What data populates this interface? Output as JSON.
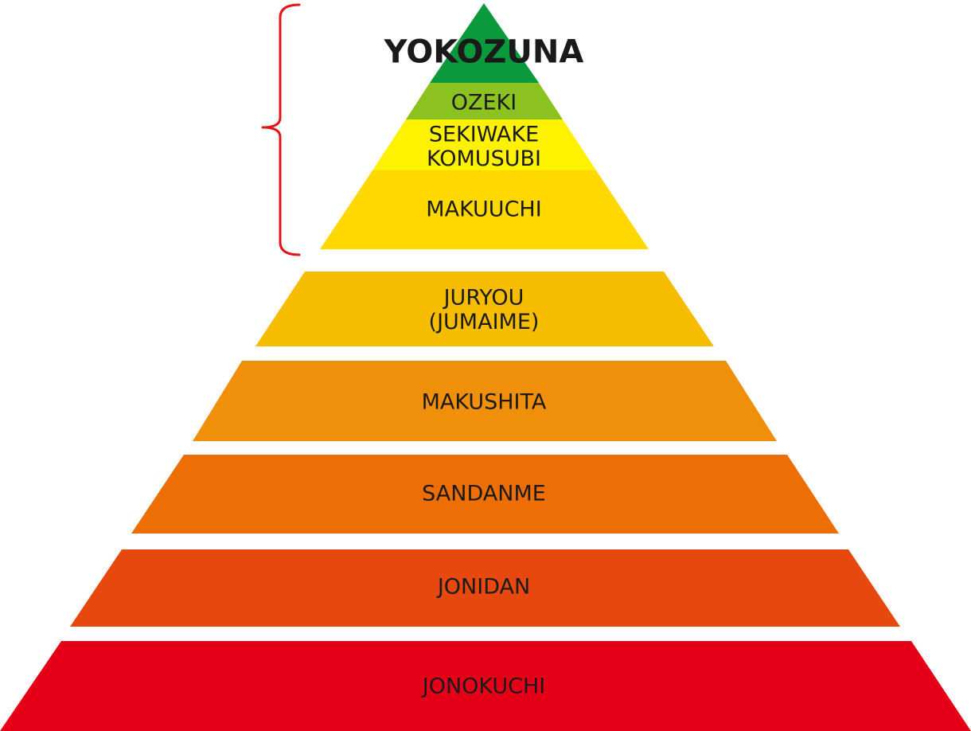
{
  "pyramid": {
    "tiers": [
      {
        "id": "yokozuna",
        "lines": [
          "YOKOZUNA"
        ],
        "color": "#0a9a3c",
        "emphasis": true
      },
      {
        "id": "ozeki",
        "lines": [
          "OZEKI"
        ],
        "color": "#8cc21f",
        "emphasis": false
      },
      {
        "id": "sekiwake-komusubi",
        "lines": [
          "SEKIWAKE",
          "KOMUSUBI"
        ],
        "color": "#fff200",
        "emphasis": false
      },
      {
        "id": "makuuchi",
        "lines": [
          "MAKUUCHI"
        ],
        "color": "#ffd800",
        "emphasis": false
      },
      {
        "id": "juryou",
        "lines": [
          "JURYOU",
          "(JUMAIME)"
        ],
        "color": "#f6bd00",
        "emphasis": false
      },
      {
        "id": "makushita",
        "lines": [
          "MAKUSHITA"
        ],
        "color": "#f0900a",
        "emphasis": false
      },
      {
        "id": "sandanme",
        "lines": [
          "SANDANME"
        ],
        "color": "#ec6e05",
        "emphasis": false
      },
      {
        "id": "jonidan",
        "lines": [
          "JONIDAN"
        ],
        "color": "#e6480e",
        "emphasis": false
      },
      {
        "id": "jonokuchi",
        "lines": [
          "JONOKUCHI"
        ],
        "color": "#e50018",
        "emphasis": false
      }
    ],
    "bracket": {
      "color": "#e0161c"
    }
  }
}
